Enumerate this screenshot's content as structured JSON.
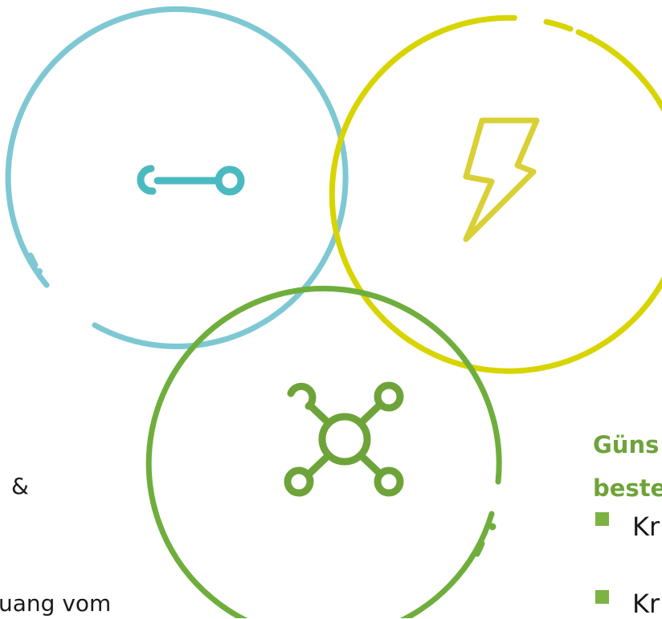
{
  "colors": {
    "blue": "#7ec8d3",
    "teal_icon": "#4bbac0",
    "yellow": "#d8d400",
    "yellow_icon": "#d9d035",
    "green": "#6fae3d",
    "green_icon": "#6ea33a",
    "heading": "#6ea33a",
    "bullet": "#7cb342",
    "text": "#1a1a1a"
  },
  "circles": [
    {
      "name": "blue",
      "icon": "connector-icon"
    },
    {
      "name": "yellow",
      "icon": "lightning-icon"
    },
    {
      "name": "green",
      "icon": "network-hub-icon"
    }
  ],
  "left_text": {
    "line1": "&",
    "line2": "uang vom"
  },
  "right_text": {
    "heading_line1": "Güns",
    "heading_line2": "beste",
    "bullets": [
      "Kr",
      "Kr"
    ]
  }
}
